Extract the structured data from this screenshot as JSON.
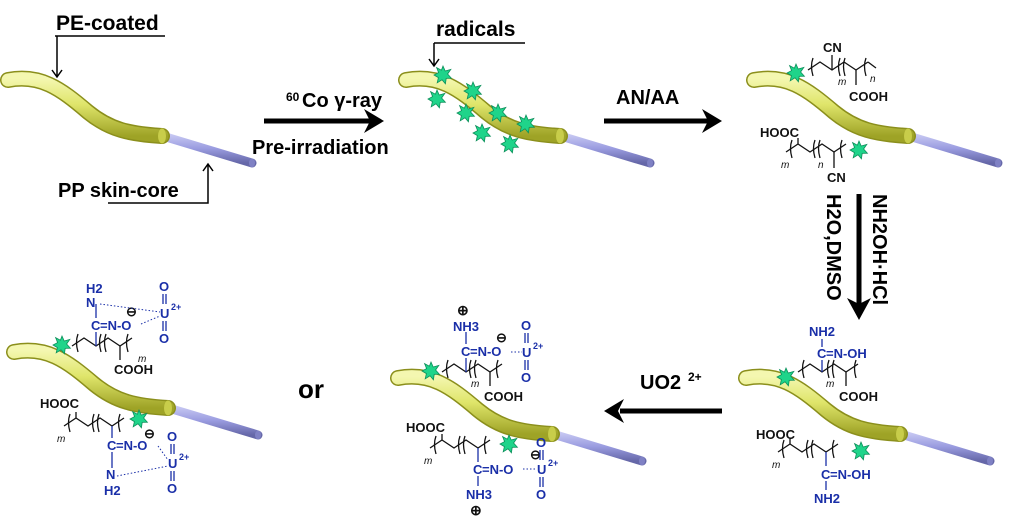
{
  "labels": {
    "pe_coated": "PE-coated",
    "pp_skin_core": "PP skin-core",
    "radicals": "radicals",
    "co_super": "60",
    "co_gamma": "Co γ-ray",
    "pre_irradiation": "Pre-irradiation",
    "an_aa": "AN/AA",
    "nh2oh_hcl": "NH2OH·HCl",
    "h2o_dmso": "H2O,DMSO",
    "uo2": "UO2",
    "uo2_charge": "2+",
    "or": "or"
  },
  "groups": {
    "cn": "CN",
    "cooh": "COOH",
    "hooc": "HOOC",
    "nh2": "NH2",
    "nh3": "NH3",
    "h2n": "H2",
    "n_oh": "=N-OH",
    "n_o": "=N-O",
    "c": "C",
    "u": "U",
    "u_charge": "2+",
    "o": "O",
    "m": "m",
    "n": "n"
  },
  "colors": {
    "fiber_coating": "#dfe56a",
    "fiber_core": "#9a9ce0",
    "radical": "#1fd48a",
    "chelating_group": "#1a2fa8"
  },
  "icons": [
    "radical-star-icon",
    "arrow-right-icon",
    "arrow-down-icon",
    "arrow-left-icon"
  ]
}
